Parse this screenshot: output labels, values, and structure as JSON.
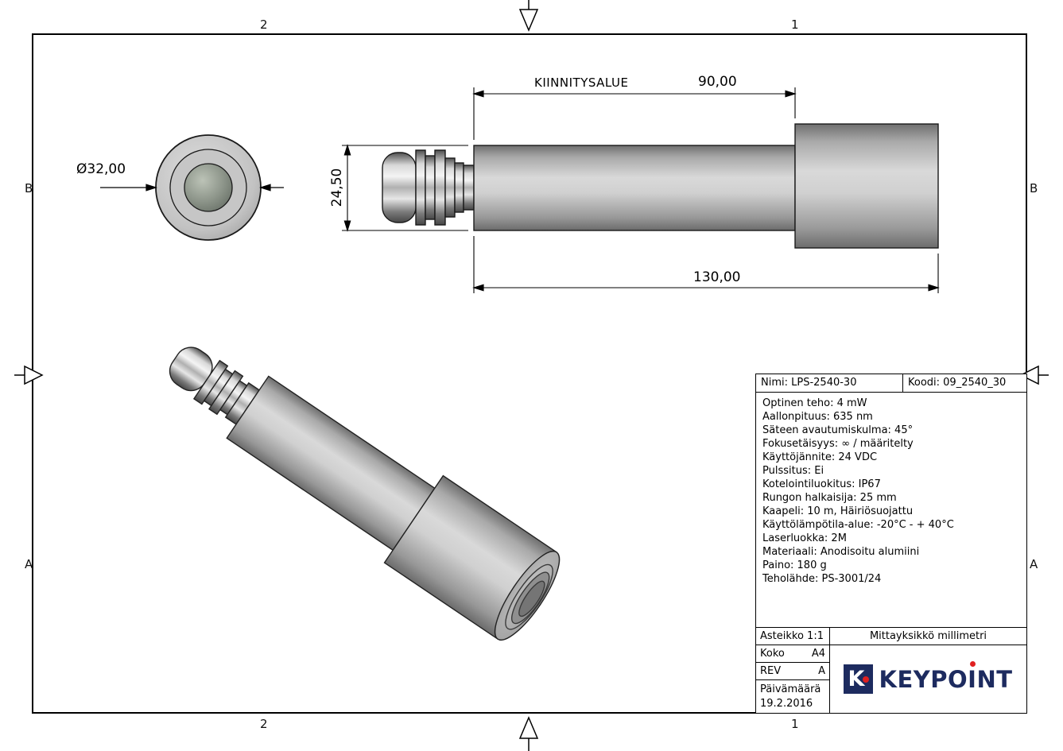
{
  "frame": {
    "zone_col_left": "2",
    "zone_col_right": "1",
    "zone_row_top": "B",
    "zone_row_bottom": "A"
  },
  "dimensions": {
    "front_diameter": "Ø32,00",
    "mounting_area_label": "KIINNITYSALUE",
    "mounting_area_length": "90,00",
    "body_height": "24,50",
    "total_length": "130,00"
  },
  "title_block": {
    "name": "Nimi: LPS-2540-30",
    "code": "Koodi: 09_2540_30",
    "specs": [
      "Optinen teho: 4 mW",
      "Aallonpituus: 635 nm",
      "Säteen avautumiskulma: 45°",
      "Fokusetäisyys: ∞ / määritelty",
      "Käyttöjännite: 24 VDC",
      "Pulssitus: Ei",
      "Kotelointiluokitus: IP67",
      "Rungon halkaisija: 25 mm",
      "Kaapeli: 10 m, Häiriösuojattu",
      "Käyttölämpötila-alue: -20°C - + 40°C",
      "Laserluokka: 2M",
      "Materiaali: Anodisoitu alumiini",
      "Paino: 180 g",
      "Teholähde: PS-3001/24"
    ],
    "scale": "Asteikko 1:1",
    "units": "Mittayksikkö millimetri",
    "size_label": "Koko",
    "size_value": "A4",
    "rev_label": "REV",
    "rev_value": "A",
    "date_label": "Päivämäärä",
    "date_value": "19.2.2016",
    "logo": {
      "icon_letter": "K",
      "pre": "KEYPO",
      "i": "I",
      "post": "NT"
    },
    "brand_navy": "#1d2b5f",
    "brand_red": "#e02020"
  }
}
